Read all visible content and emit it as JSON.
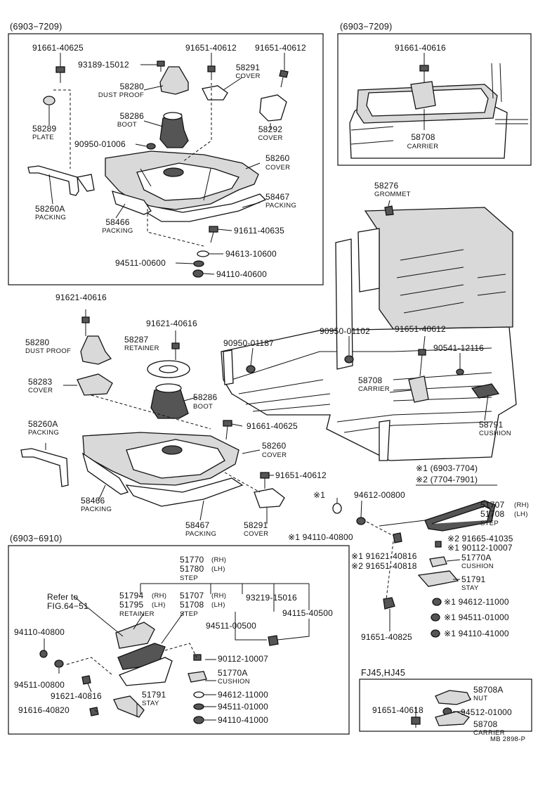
{
  "sections": {
    "top_left": "(6903−7209)",
    "top_right": "(6903−7209)",
    "bottom_left": "(6903−6910)",
    "fj": "FJ45,HJ45"
  },
  "notes": {
    "n1": "※1 (6903-7704)",
    "n2": "※2 (7704-7901)"
  },
  "code": "MB 2898-P",
  "tl": {
    "p1": "91661-40625",
    "p2": "93189-15012",
    "p3": "91651-40612",
    "p4": "91651-40612",
    "p5_num": "58291",
    "p5_name": "COVER",
    "p6_num": "58280",
    "p6_name": "DUST PROOF",
    "p7_num": "58289",
    "p7_name": "PLATE",
    "p8_num": "58286",
    "p8_name": "BOOT",
    "p9_num": "58292",
    "p9_name": "COVER",
    "p10": "90950-01006",
    "p11_num": "58260",
    "p11_name": "COVER",
    "p12_num": "58260A",
    "p12_name": "PACKING",
    "p13_num": "58467",
    "p13_name": "PACKING",
    "p14_num": "58466",
    "p14_name": "PACKING",
    "p15": "91611-40635",
    "p16": "94613-10600",
    "p17": "94511-00600",
    "p18": "94110-40600"
  },
  "tr": {
    "p1": "91661-40616",
    "p2_num": "58708",
    "p2_name": "CARRIER"
  },
  "mid": {
    "p1_num": "58276",
    "p1_name": "GROMMET",
    "p2": "91621-40616",
    "p3": "91621-40616",
    "p4_num": "58280",
    "p4_name": "DUST PROOF",
    "p5_num": "58287",
    "p5_name": "RETAINER",
    "p6": "90950-01102",
    "p7": "91651-40612",
    "p8": "90950-01187",
    "p9": "90541-12116",
    "p10_num": "58283",
    "p10_name": "COVER",
    "p11_num": "58286",
    "p11_name": "BOOT",
    "p12_num": "58708",
    "p12_name": "CARRIER",
    "p13_num": "58791",
    "p13_name": "CUSHION",
    "p14_num": "58260A",
    "p14_name": "PACKING",
    "p15": "91661-40625",
    "p16_num": "58260",
    "p16_name": "COVER",
    "p17": "91651-40612",
    "p18_num": "58466",
    "p18_name": "PACKING",
    "p19_num": "58467",
    "p19_name": "PACKING",
    "p20_num": "58291",
    "p20_name": "COVER"
  },
  "right": {
    "p1": "※1",
    "p2": "94612-00800",
    "p3_num1": "51707",
    "p3_rh": "(RH)",
    "p3_num2": "51708",
    "p3_lh": "(LH)",
    "p3_name": "STEP",
    "p4": "※1  94110-40800",
    "p5": "※2  91665-41035",
    "p6": "※1  90112-10007",
    "p7": "※1  91621-40816",
    "p8": "※2  91651-40818",
    "p9_num": "51770A",
    "p9_name": "CUSHION",
    "p10_num": "51791",
    "p10_name": "STAY",
    "p11": "※1  94612-11000",
    "p12": "※1  94511-01000",
    "p13": "※1  94110-41000",
    "p14": "91651-40825"
  },
  "bl": {
    "p1_num1": "51770",
    "p1_rh": "(RH)",
    "p1_num2": "51780",
    "p1_lh": "(LH)",
    "p1_name": "STEP",
    "p2": "Refer to",
    "p2b": "FIG.64−51",
    "p3_num1": "51794",
    "p3_rh": "(RH)",
    "p3_num2": "51795",
    "p3_lh": "(LH)",
    "p3_name": "RETAINER",
    "p4_num1": "51707",
    "p4_rh": "(RH)",
    "p4_num2": "51708",
    "p4_lh": "(LH)",
    "p4_name": "STEP",
    "p5": "93219-15016",
    "p6": "94511-00500",
    "p7": "94115-40500",
    "p8": "94110-40800",
    "p9": "94511-00800",
    "p10": "90112-10007",
    "p11_num": "51770A",
    "p11_name": "CUSHION",
    "p12": "91621-40816",
    "p13_num": "51791",
    "p13_name": "STAY",
    "p14": "91616-40820",
    "p15": "94612-11000",
    "p16": "94511-01000",
    "p17": "94110-41000"
  },
  "fj": {
    "p1_num": "58708A",
    "p1_name": "NUT",
    "p2": "91651-40618",
    "p3": "94512-01000",
    "p4_num": "58708",
    "p4_name": "CARRIER"
  }
}
